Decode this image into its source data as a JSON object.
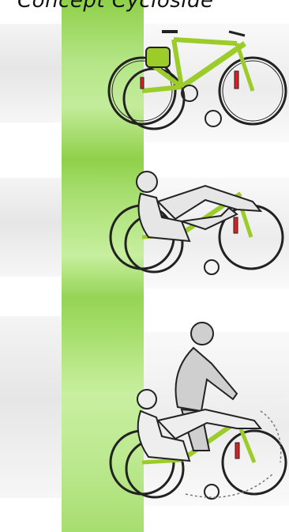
{
  "header": {
    "title": "Concept Cycloside"
  },
  "panels": [
    {
      "id": "bike-only",
      "bike_color": "#9ccc2a"
    },
    {
      "id": "one-rider",
      "bike_color": "#9ccc2a"
    },
    {
      "id": "two-riders",
      "bike_color": "#9ccc2a"
    }
  ],
  "colors": {
    "accent_green": "#8fd04a",
    "rider_fill": "#e6e6e6",
    "rider_stroke": "#222222",
    "reflector_red": "#e02020"
  }
}
